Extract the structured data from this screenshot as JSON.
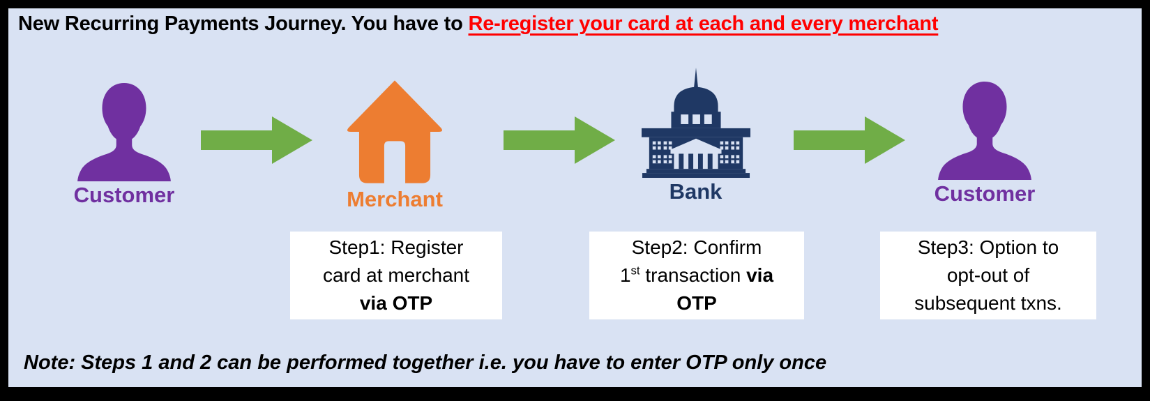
{
  "title": {
    "text": "New Recurring Payments Journey. You have to ",
    "highlight": "Re-register your card at each and every merchant"
  },
  "flow": {
    "nodes": [
      {
        "id": "customer-1",
        "label": "Customer",
        "icon": "person-icon",
        "color": "#7030A0"
      },
      {
        "id": "merchant",
        "label": "Merchant",
        "icon": "house-icon",
        "color": "#ED7D31"
      },
      {
        "id": "bank",
        "label": "Bank",
        "icon": "bank-icon",
        "color": "#1F3864"
      },
      {
        "id": "customer-2",
        "label": "Customer",
        "icon": "person-icon",
        "color": "#7030A0"
      }
    ],
    "arrow_count": 3,
    "arrow_color": "#70AD47"
  },
  "steps": [
    {
      "lines": [
        [
          {
            "t": "Step1: Register"
          }
        ],
        [
          {
            "t": "card at merchant"
          }
        ],
        [
          {
            "t": "via OTP",
            "b": true
          }
        ]
      ]
    },
    {
      "lines": [
        [
          {
            "t": "Step2: Confirm"
          }
        ],
        [
          {
            "t": "1"
          },
          {
            "t": "st",
            "sup": true
          },
          {
            "t": " transaction "
          },
          {
            "t": "via",
            "b": true
          }
        ],
        [
          {
            "t": "OTP",
            "b": true
          }
        ]
      ]
    },
    {
      "lines": [
        [
          {
            "t": "Step3: Option to"
          }
        ],
        [
          {
            "t": "opt-out of"
          }
        ],
        [
          {
            "t": "subsequent txns."
          }
        ]
      ]
    }
  ],
  "note": "Note: Steps 1 and 2 can be performed together i.e. you have to enter OTP only once",
  "colors": {
    "background": "#D9E2F3",
    "frame": "#000000",
    "title_text": "#000000",
    "title_highlight": "#FF0000",
    "customer": "#7030A0",
    "merchant": "#ED7D31",
    "bank": "#1F3864",
    "arrow": "#70AD47",
    "step_box_background": "#FFFFFF",
    "step_text": "#000000"
  }
}
